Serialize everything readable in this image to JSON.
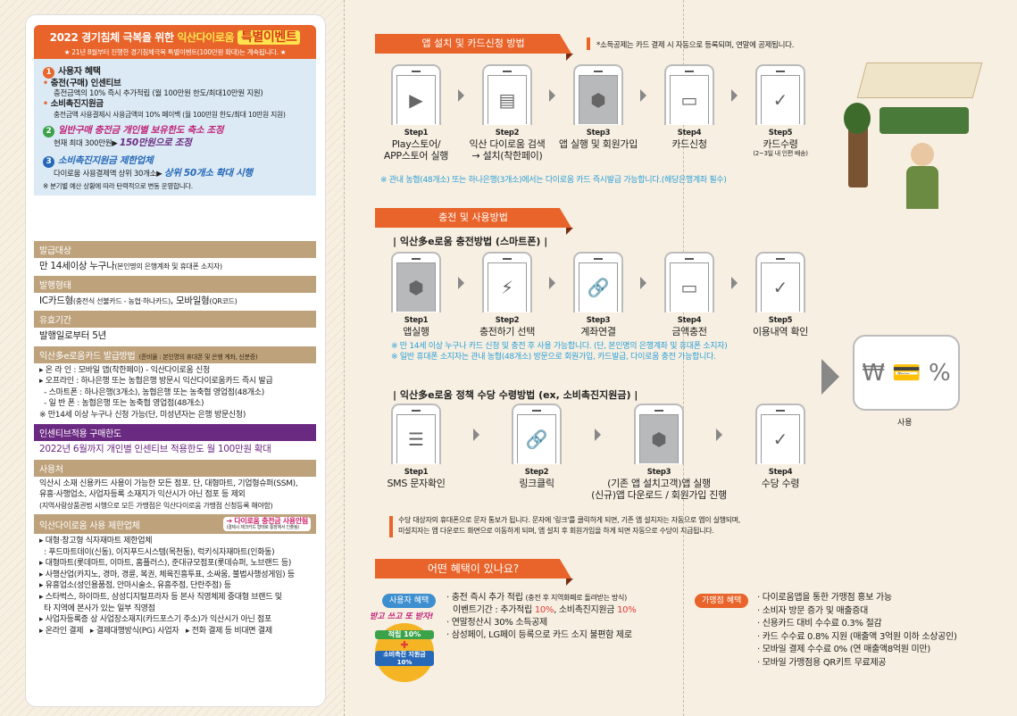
{
  "event": {
    "title_pre": "2022 경기침체 극복을 위한",
    "title_brand": "익산다이로움",
    "title_hl": "특별이벤트",
    "subtitle": "★ 21년 8월부터 진행한 경기침체극복 특별이벤트(100만원 확대)는 계속됩니다. ★",
    "items": [
      {
        "num": "1",
        "title": "사용자 혜택",
        "subs": [
          {
            "head": "충전(구매) 인센티브",
            "desc": "충전금액의 10% 즉시 추가적립 (월 100만원 한도/최대10만원 지원)"
          },
          {
            "head": "소비촉진지원금",
            "desc": "충전금액 사용결제시 사용금액의 10% 페이백 (월 100만원 한도/최대 10만원 지원)"
          }
        ]
      },
      {
        "num": "2",
        "title": "일반구매 충전금 개인별 보유한도 축소 조정",
        "line": "현재 최대 300만원▶",
        "emph": "150만원으로 조정"
      },
      {
        "num": "3",
        "title": "소비촉진지원금 제한업체",
        "line": "다이로움 사용결제액 상위 30개소▶",
        "emph": "상위 50개소 확대 시행"
      }
    ],
    "footnote": "※ 분기별 예산 상황에 따라 탄력적으로 변동 운영합니다."
  },
  "info": {
    "target": {
      "label": "발급대상",
      "text": "만 14세이상 누구나",
      "small": "(본인명의 은행계좌 및 휴대폰 소지자)"
    },
    "form": {
      "label": "발행형태",
      "text1": "IC카드형",
      "small1": "(충전식 선불카드 - 농협·하나카드)",
      "text2": ", 모바일형",
      "small2": "(QR코드)"
    },
    "validity": {
      "label": "유효기간",
      "text": "발행일로부터 5년"
    },
    "method": {
      "label": "익산多e로움카드 발급방법",
      "small": "(준비물 : 본인명의 휴대폰 및 은행 계좌, 신분증)",
      "lines": [
        "▸ 온 라 인 : 모바일 앱(착한페이) - 익산다이로움 신청",
        "▸ 오프라인 : 하나은행 또는 농협은행 방문시 익산다이로움카드 즉시 발급",
        "  - 스마트폰 : 하나은행(3개소), 농협은행 또는 농축협 영업점(48개소)",
        "  - 일 반 폰 : 농협은행 또는 농축협 영업점(48개소)",
        "※ 만14세 이상 누구나 신청 가능(단, 미성년자는 은행 방문신청)"
      ]
    },
    "limit": {
      "label": "인센티브적용 구매한도",
      "text": "2022년 6월까지 개인별 인센티브 적용한도 월 100만원 확대"
    },
    "places": {
      "label": "사용처",
      "lines": [
        "익산시 소재 신용카드 사용이 가능한 모든 점포. 단, 대형마트, 기업형슈퍼(SSM),",
        "유흥·사행업소, 사업자등록 소재지가 익산시가 아닌 점포 등 제외"
      ],
      "small": "(지역사랑상품권법 시행으로 모든 가맹점은 익산다이로움 가맹점 신청등록 해야함)"
    },
    "restricted": {
      "label": "익산다이로움 사용 제한업체",
      "badge": "➔ 다이로움 충전금 사용안됨",
      "badge_sub": "(결제시 체크카드 형태로 통장에서 인출됨)",
      "lines": [
        "▸ 대형·창고형 식자재마트 제한업체",
        "  : 푸드마트데이(신동), 이지푸드시스템(목천동), 럭키식자재마트(인화동)",
        "▸ 대형마트(롯데마트, 이마트, 홈플러스), 준대규모점포(롯데슈퍼, 노브랜드 등)",
        "▸ 사행산업(카지노, 경마, 경륜, 복권, 체육진흥투표, 소싸움, 불법사행성게임) 등",
        "▸ 유흥업소(성인용품점, 안마시술소, 유흥주점, 단란주점) 등",
        "▸ 스타벅스, 하이마트, 삼성디지털프라자 등 본사 직영체제 중대형 브랜드 및",
        "  타 지역에 본사가 있는 일부 직영점",
        "▸ 사업자등록증 상 사업장소재지(카드포스기 주소)가 익산시가 아닌 점포",
        "▸ 온라인 결제   ▸ 결제대행방식(PG) 사업자   ▸ 전화 결제 등 비대면 결제"
      ]
    }
  },
  "install": {
    "title": "앱 설치 및 카드신청 방법",
    "tax_note": "*소득공제는 카드 결제 시 자동으로 등록되며, 연말에 공제됩니다.",
    "steps": [
      {
        "n": "Step1",
        "l": "Play스토어/\nAPP스토어 실행",
        "icon": "store-icon",
        "g": "▶"
      },
      {
        "n": "Step2",
        "l": "익산 다이로움 검색\n→ 설치(착한페이)",
        "icon": "app-page-icon",
        "g": "▤"
      },
      {
        "n": "Step3",
        "l": "앱 실행 및 회원가입",
        "icon": "app-logo-icon",
        "g": "⬢"
      },
      {
        "n": "Step4",
        "l": "카드신청",
        "icon": "card-icon",
        "g": "▭"
      },
      {
        "n": "Step5",
        "l": "카드수령",
        "sub": "(2~3일 내 인편 배송)",
        "icon": "check-icon",
        "g": "✓"
      }
    ],
    "note": "※ 관내 농협(48개소) 또는 하나은행(3개소)에서는 다이로움 카드 즉시발급 가능합니다.(해당은행계좌 필수)"
  },
  "charge": {
    "title": "충전 및 사용방법",
    "subtitle": "| 익산多e로움 충전방법 (스마트폰) |",
    "steps": [
      {
        "n": "Step1",
        "l": "앱실행",
        "icon": "app-logo-icon",
        "g": "⬢"
      },
      {
        "n": "Step2",
        "l": "충전하기 선택",
        "icon": "battery-icon",
        "g": "⚡"
      },
      {
        "n": "Step3",
        "l": "계좌연결",
        "icon": "link-icon",
        "g": "🔗"
      },
      {
        "n": "Step4",
        "l": "금액충전",
        "icon": "card-icon",
        "g": "▭"
      },
      {
        "n": "Step5",
        "l": "이용내역 확인",
        "icon": "check-icon",
        "g": "✓"
      }
    ],
    "notes": [
      "※ 만 14세 이상 누구나 카드 신청 및 충전 후 사용 가능합니다. (단, 본인명의 은행계좌 및 휴대폰 소지자)",
      "※ 일반 휴대폰 소지자는 관내 농협(48개소) 방문으로 회원가입, 카드발급, 다이로움 충전 가능합니다."
    ],
    "use_label": "사용"
  },
  "policy": {
    "subtitle": "| 익산多e로움 정책 수당 수령방법 (ex, 소비촉진지원금) |",
    "steps": [
      {
        "n": "Step1",
        "l": "SMS 문자확인",
        "icon": "sms-icon",
        "g": "☰"
      },
      {
        "n": "Step2",
        "l": "링크클릭",
        "icon": "link-icon",
        "g": "🔗"
      },
      {
        "n": "Step3",
        "l": "(기존 앱 설치고객)앱 실행\n(신규)앱 다운로드 / 회원가입 진행",
        "icon": "app-logo-icon",
        "g": "⬢"
      },
      {
        "n": "Step4",
        "l": "수당 수령",
        "icon": "check-icon",
        "g": "✓"
      }
    ],
    "notes": [
      "수당 대상자의 휴대폰으로 문자 통보가 됩니다.  문자에 '링크'를 클릭하게 되면, 기존 앱 설치자는 자동으로 앱이 실행되며,",
      "미설치자는 앱 다운로드 화면으로 이동하게 되며, 앱 설치 후  회원가입을 하게 되면 자동으로 수당이 지급됩니다."
    ]
  },
  "benefits": {
    "title": "어떤 혜택이 있나요?",
    "user": {
      "label": "사용자 혜택",
      "l1": "· 충전 즉시 추가 적립",
      "l1s": "(충전 후 지역화폐로 돌려받는 방식)",
      "l2a": "이벤트기간 : 추가적립 ",
      "l2b": "10%",
      "l2c": ", 소비촉진지원금 ",
      "l2d": "10%",
      "l3": "· 연말정산시 30% 소득공제",
      "l4": "· 삼성페이, LG페이 등록으로 카드 소지 불편함 제로"
    },
    "mascot": {
      "slogan": "받고 쓰고 또 받자!",
      "a": "적립 10%",
      "b": "소비촉진 지원금 10%"
    },
    "merchant": {
      "label": "가맹점 혜택",
      "lines": [
        "· 다이로움앱을 통한 가맹점 홍보 가능",
        "· 소비자 방문 증가 및 매출증대",
        "· 신용카드 대비 수수료 0.3% 절감",
        "· 카드 수수료 0.8% 지원 (매출액 3억원 이하 소상공인)",
        "· 모바일 결제 수수료 0% (연 매출액8억원 미만)",
        "· 모바일 가맹점용 QR키트 무료제공"
      ]
    }
  },
  "colors": {
    "orange": "#e8642a",
    "tan": "#bea27c",
    "purple": "#6b2a82",
    "note_blue": "#2ba0d8",
    "panel_blue": "#dbeaf5"
  }
}
